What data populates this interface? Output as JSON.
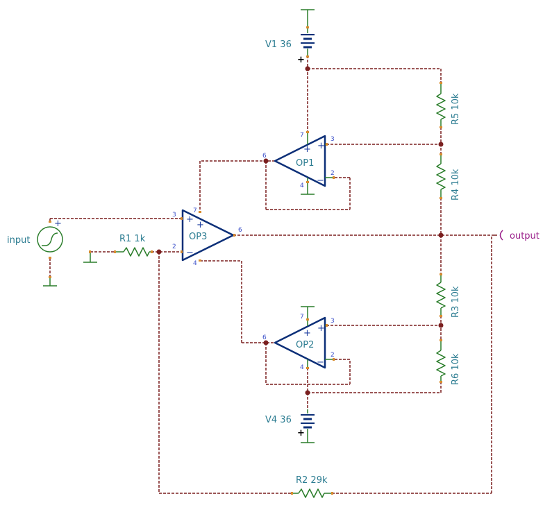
{
  "labels": {
    "v1": "V1 36",
    "v4": "V4 36",
    "r5": "R5 10k",
    "r4": "R4 10k",
    "r3": "R3 10k",
    "r6": "R6 10k",
    "r1": "R1 1k",
    "r2": "R2 29k",
    "op1": "OP1",
    "op2": "OP2",
    "op3": "OP3",
    "input": "input",
    "output": "output"
  },
  "pins": {
    "p2": "2",
    "p3": "3",
    "p4": "4",
    "p6": "6",
    "p7": "7"
  },
  "symbols": {
    "plus": "+",
    "minus": "−",
    "bat_plus": "+"
  },
  "colors": {
    "wire": "#7a1f1f",
    "component": "#0c2f78",
    "resistor": "#2a7d2a",
    "label": "#2d7d92",
    "pin_number": "#3a4fc9",
    "output_label": "#9a1f8a"
  }
}
